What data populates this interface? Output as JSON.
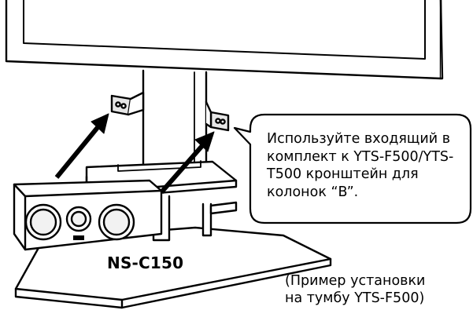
{
  "callout": {
    "lines": [
      "Используйте входящий в",
      "комплект к YTS-F500/YTS-",
      "T500 кронштейн для",
      "колонок “B”."
    ]
  },
  "speaker_label": "NS-C150",
  "caption": {
    "lines": [
      "(Пример установки",
      "на тумбу YTS-F500)"
    ]
  },
  "colors": {
    "line": "#000000",
    "fill": "#ffffff",
    "shade": "#d9d9d9"
  }
}
